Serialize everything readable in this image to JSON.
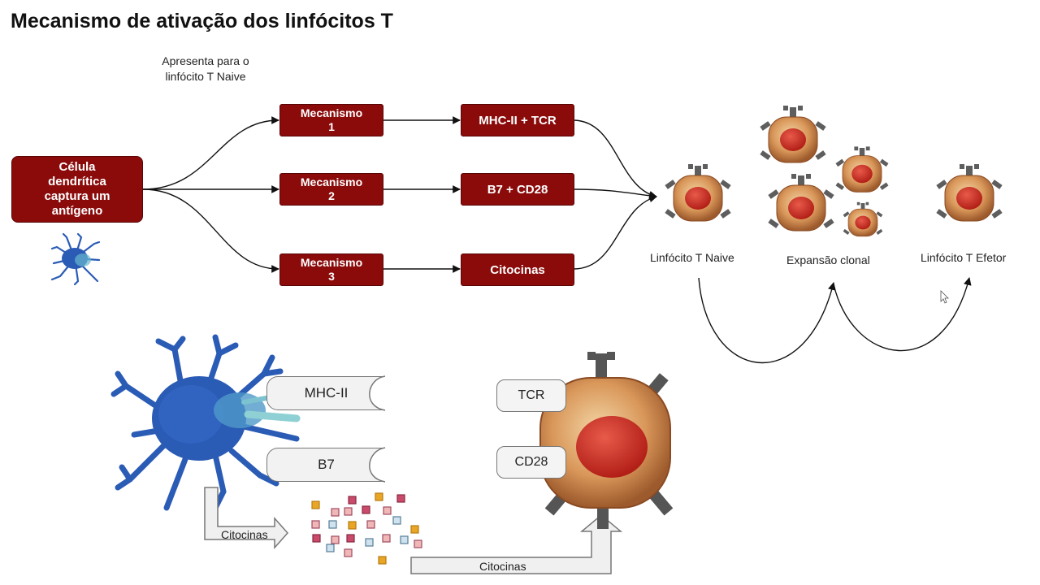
{
  "title": "Mecanismo de ativação dos linfócitos T",
  "note": {
    "line1": "Apresenta para o",
    "line2": "linfócito T Naive"
  },
  "dendritic_box": {
    "lines": [
      "Célula",
      "dendrítica",
      "captura um",
      "antígeno"
    ]
  },
  "mechanisms": [
    {
      "line1": "Mecanismo",
      "line2": "1",
      "result": "MHC-II + TCR"
    },
    {
      "line1": "Mecanismo",
      "line2": "2",
      "result": "B7 + CD28"
    },
    {
      "line1": "Mecanismo",
      "line2": "3",
      "result": "Citocinas"
    }
  ],
  "stages": {
    "naive": "Linfócito T Naive",
    "expansion": "Expansão clonal",
    "effector": "Linfócito T Efetor"
  },
  "detail": {
    "receptor1": "MHC-II",
    "receptor2": "B7",
    "tcr": "TCR",
    "cd28": "CD28",
    "cytokines_left": "Citocinas",
    "cytokines_bottom": "Citocinas"
  },
  "colors": {
    "box_fill": "#8b0b0b",
    "dendritic_cell": "#2a5bb5",
    "lymphocyte_outer": "#c9844a",
    "lymphocyte_nucleus": "#c62e23"
  }
}
